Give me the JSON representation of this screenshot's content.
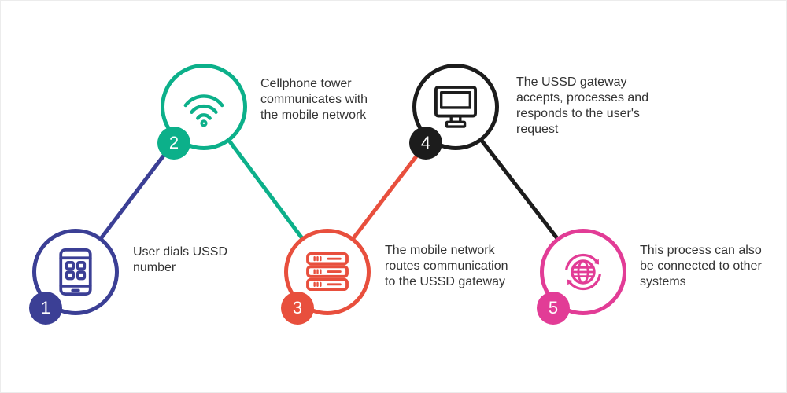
{
  "diagram": {
    "background": "#ffffff",
    "text_color": "#333333",
    "badge_text_color": "#ffffff"
  },
  "steps": [
    {
      "number": "1",
      "label": "User dials USSD number",
      "icon": "smartphone-keypad-icon",
      "color": "#3b3f95"
    },
    {
      "number": "2",
      "label": "Cellphone tower communicates with the mobile network",
      "icon": "wifi-signal-icon",
      "color": "#0cb08a"
    },
    {
      "number": "3",
      "label": "The mobile network routes communication to the USSD gateway",
      "icon": "server-stack-icon",
      "color": "#e84f3d"
    },
    {
      "number": "4",
      "label": "The USSD gateway accepts, processes and responds to the user's request",
      "icon": "desktop-monitor-icon",
      "color": "#1c1c1c"
    },
    {
      "number": "5",
      "label": "This process can also be connected to other systems",
      "icon": "globe-sync-icon",
      "color": "#e23c96"
    }
  ],
  "connectors": [
    {
      "from": "1",
      "to": "2",
      "color": "#3b3f95"
    },
    {
      "from": "2",
      "to": "3",
      "color": "#0cb08a"
    },
    {
      "from": "3",
      "to": "4",
      "color": "#e84f3d"
    },
    {
      "from": "4",
      "to": "5",
      "color": "#1c1c1c"
    }
  ]
}
